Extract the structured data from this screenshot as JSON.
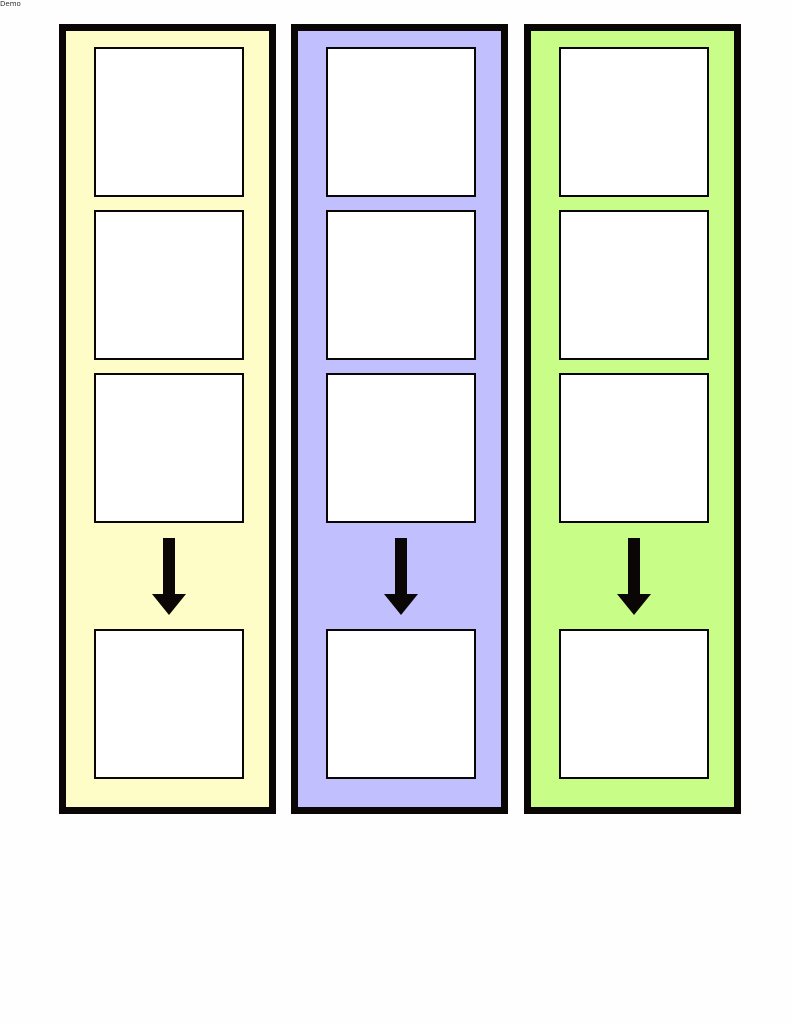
{
  "page": {
    "corner_label": "Demo"
  },
  "colors": {
    "border": "#0a0606",
    "box_fill": "#ffffff",
    "page_background": "#fefefe"
  },
  "columns": [
    {
      "name": "column-yellow",
      "fill": "#fefdc7",
      "boxes_above_arrow": 3,
      "boxes_below_arrow": 1,
      "arrow_icon": "arrow-down-icon"
    },
    {
      "name": "column-purple",
      "fill": "#c1bffd",
      "boxes_above_arrow": 3,
      "boxes_below_arrow": 1,
      "arrow_icon": "arrow-down-icon"
    },
    {
      "name": "column-green",
      "fill": "#c8fe88",
      "boxes_above_arrow": 3,
      "boxes_below_arrow": 1,
      "arrow_icon": "arrow-down-icon"
    }
  ]
}
